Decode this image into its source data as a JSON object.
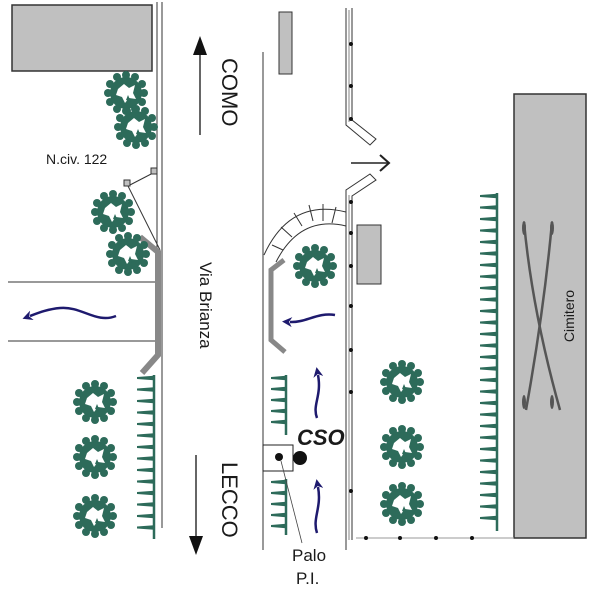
{
  "title": "Planimetria Via Brianza – CSO",
  "labels": {
    "road_name": "Via Brianza",
    "direction_north": "COMO",
    "direction_south": "LECCO",
    "house_number": "N.civ. 122",
    "cemetery": "Cimitero",
    "cso": "CSO",
    "pole_line1": "Palo",
    "pole_line2": "P.I."
  },
  "colors": {
    "building_fill": "#c0c0c0",
    "outline": "#333333",
    "vegetation": "#2d6b5a",
    "flow_arrow": "#1e1a6e",
    "barrier": "#888888"
  },
  "icons": {
    "tree": "tree-icon",
    "hedge": "hedge-icon",
    "flow": "flow-arrow-icon",
    "direction": "direction-arrow-icon",
    "cross": "cemetery-cross-icon",
    "pole": "pole-icon",
    "cso_point": "cso-point-icon"
  },
  "trees": [
    {
      "group": "left-top",
      "count": 2
    },
    {
      "group": "left-middle",
      "count": 2
    },
    {
      "group": "left-bottom",
      "count": 3
    },
    {
      "group": "island",
      "count": 1
    },
    {
      "group": "right-bottom",
      "count": 3
    }
  ],
  "flow_arrows": [
    {
      "id": "side-street",
      "direction": "west"
    },
    {
      "id": "island",
      "direction": "west"
    },
    {
      "id": "upper-north",
      "direction": "north"
    },
    {
      "id": "lower-north",
      "direction": "north"
    }
  ]
}
